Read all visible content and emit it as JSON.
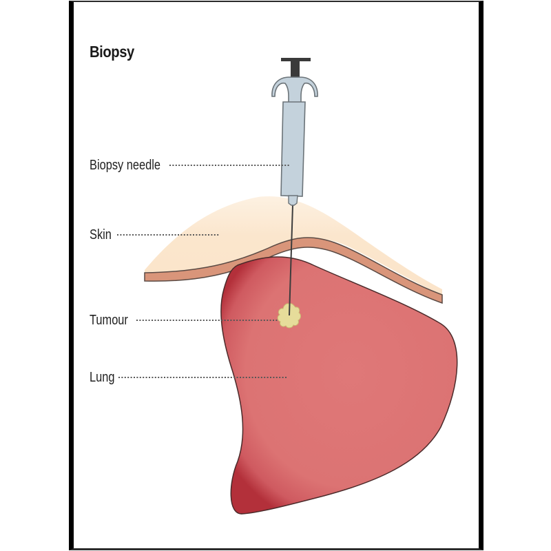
{
  "figure": {
    "title": "Biopsy",
    "labels": {
      "needle": "Biopsy needle",
      "skin": "Skin",
      "tumour": "Tumour",
      "lung": "Lung"
    },
    "colors": {
      "frame": "#000000",
      "needle_body": "#c4d2dc",
      "needle_outline": "#6b7378",
      "plunger": "#3a3a3a",
      "skin_fat": "#fbe7cf",
      "skin_layer": "#d9957a",
      "lung": "#dc7272",
      "lung_edge": "#b8323c",
      "tumour": "#e6dc9a",
      "leader_line": "#555555"
    }
  }
}
